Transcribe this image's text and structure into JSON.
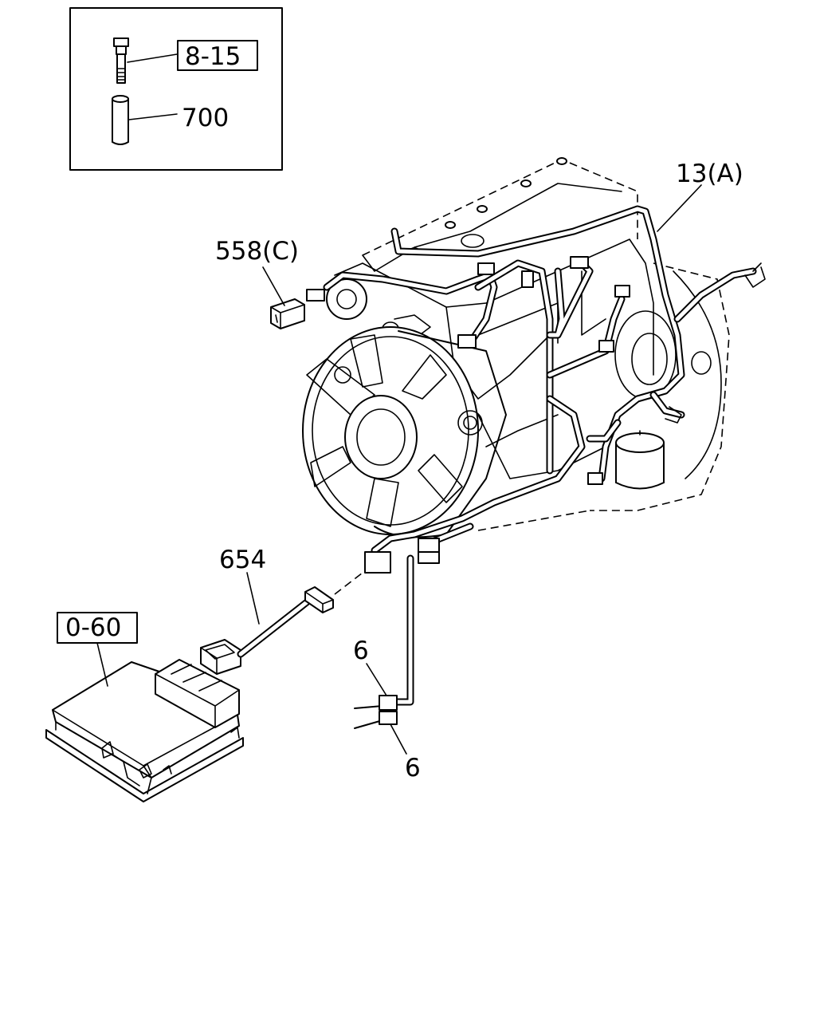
{
  "callouts": {
    "inset_bolt": "8-15",
    "inset_sleeve": "700",
    "harness": "13(A)",
    "connector_c": "558(C)",
    "sub_harness": "654",
    "ecu": "0-60",
    "clip_upper": "6",
    "clip_lower": "6"
  }
}
